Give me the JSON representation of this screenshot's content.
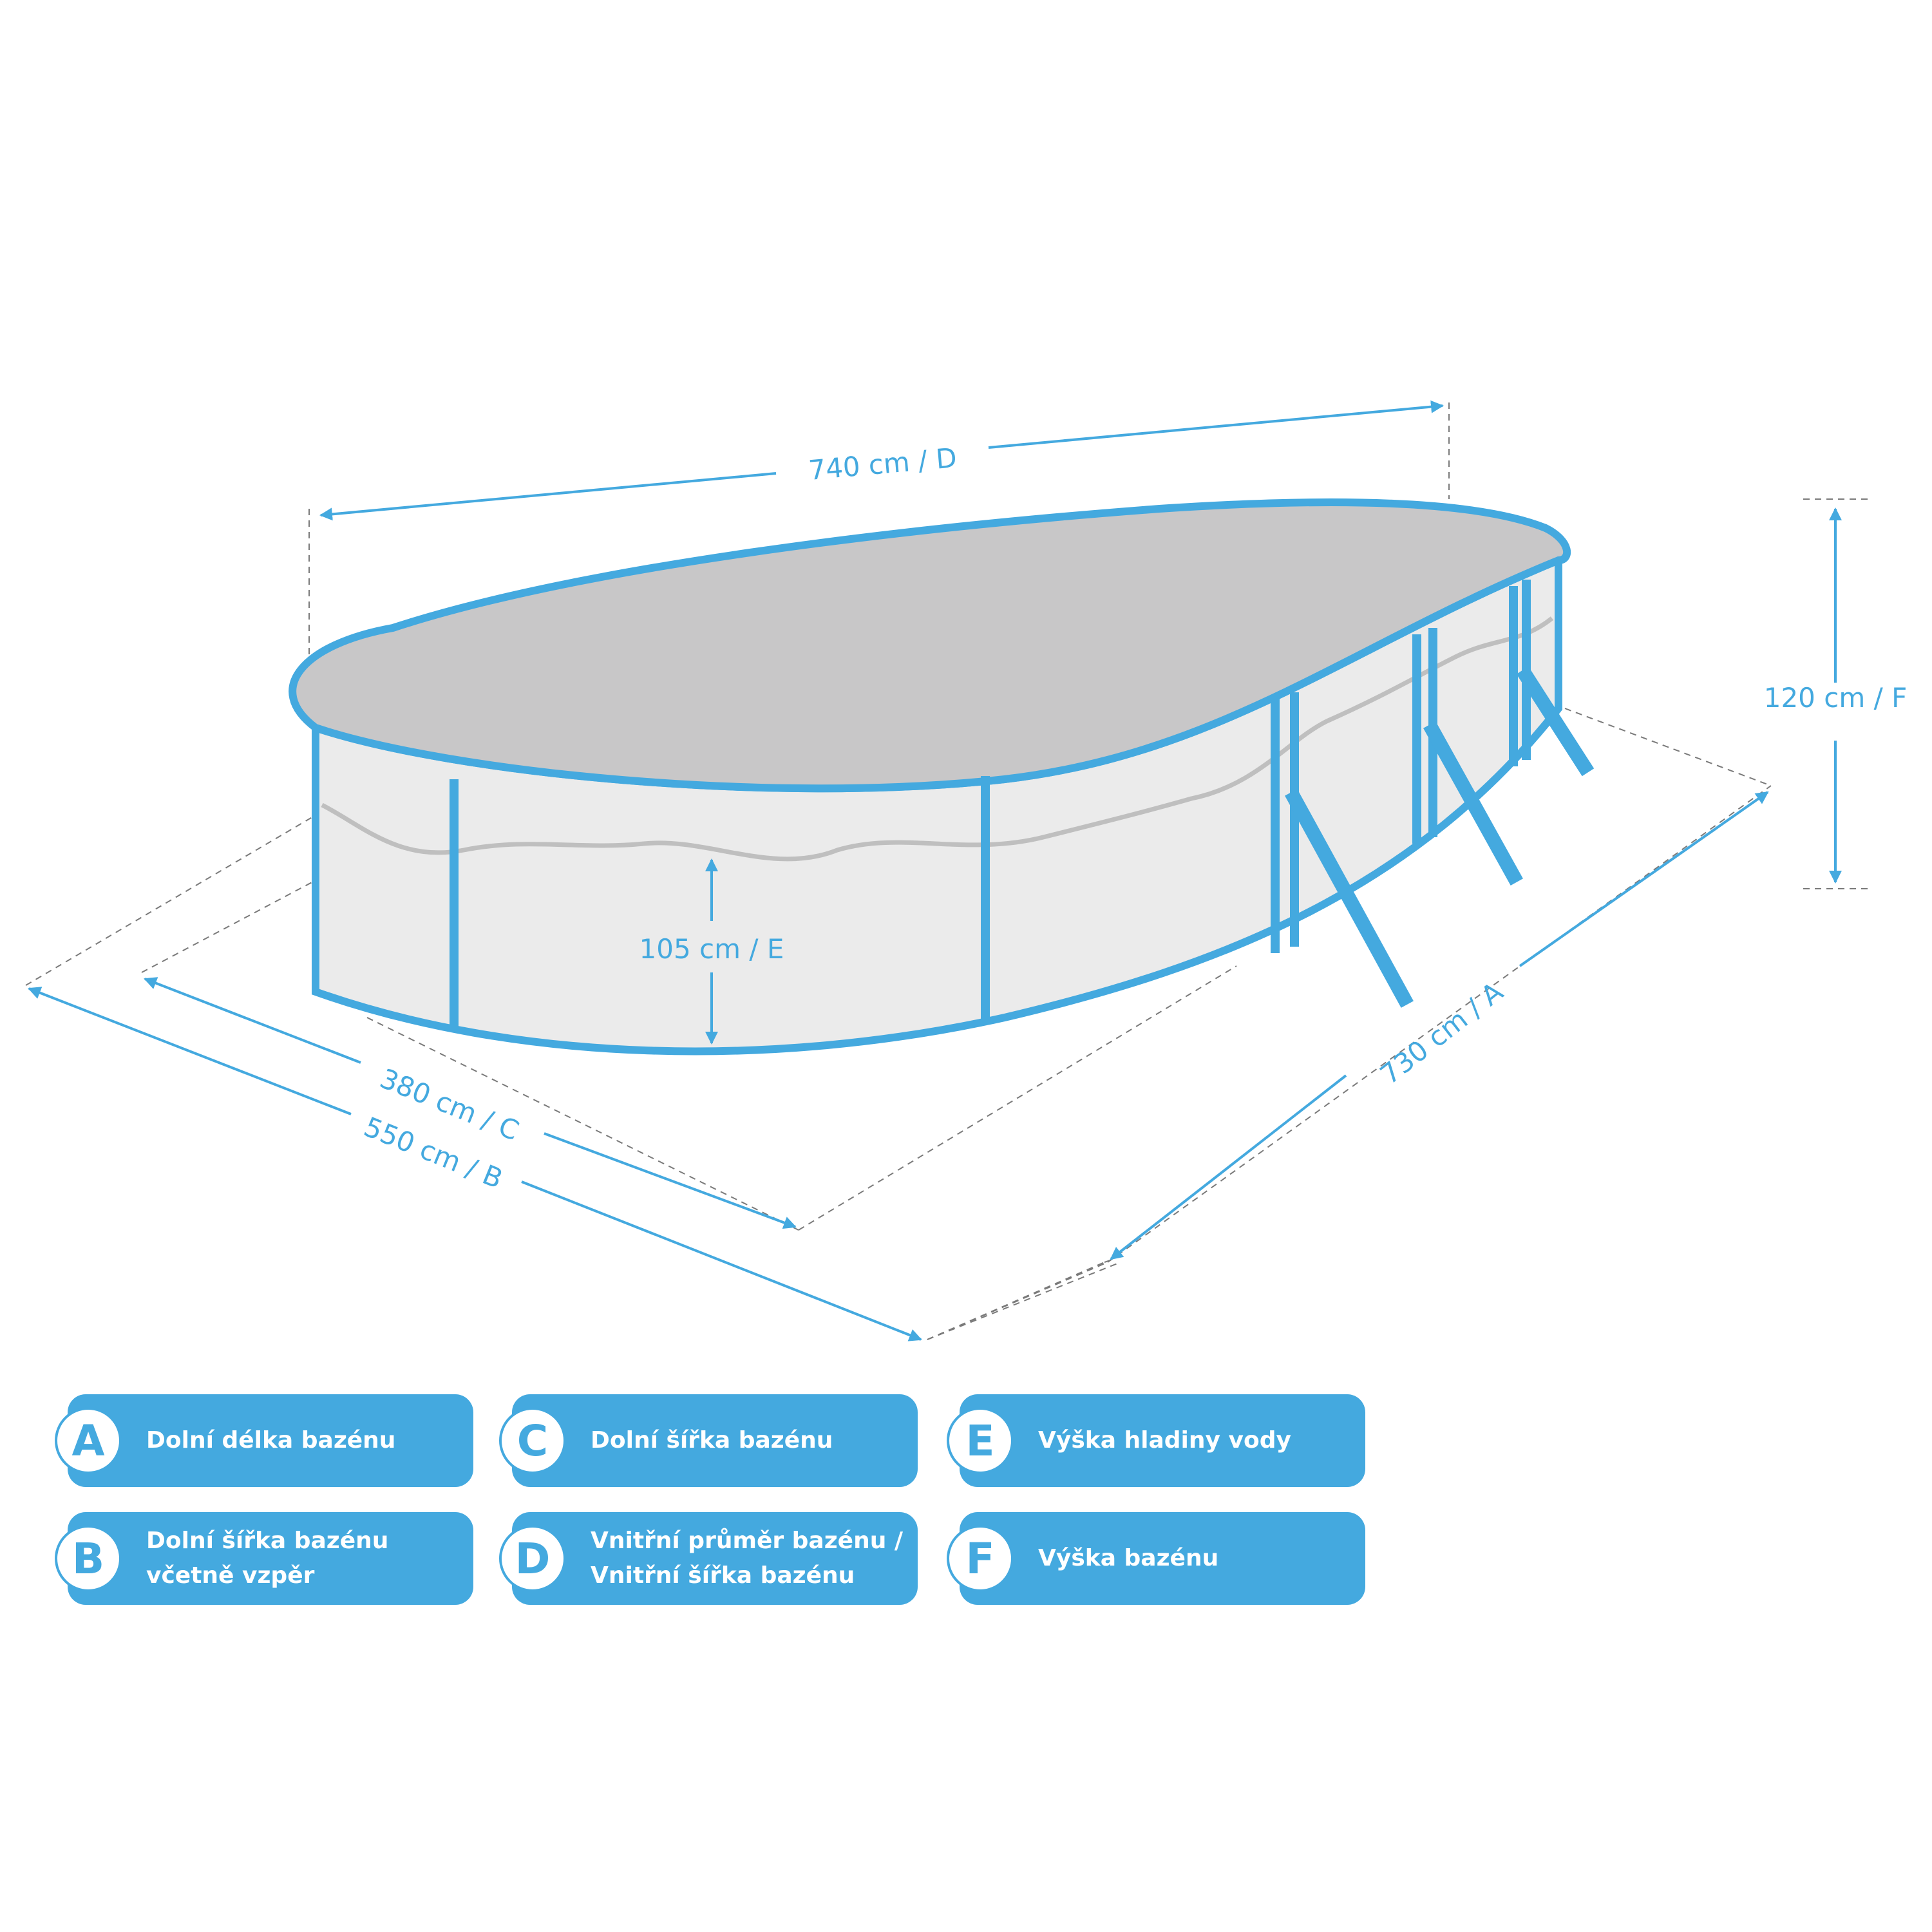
{
  "colors": {
    "accent": "#44a9df",
    "pool_top": "#c8c7c8",
    "pool_wall": "#ebebeb",
    "waterline": "#bfbfbf",
    "guide": "#7a7a7a"
  },
  "dimensions": {
    "D": "740 cm / D",
    "F": "120 cm / F",
    "E": "105 cm / E",
    "C": "380 cm / C",
    "B": "550 cm / B",
    "A": "730 cm / A"
  },
  "legend": [
    {
      "letter": "A",
      "text": "Dolní délka bazénu"
    },
    {
      "letter": "C",
      "text": "Dolní šířka bazénu"
    },
    {
      "letter": "E",
      "text": "Výška hladiny vody"
    },
    {
      "letter": "B",
      "text": "Dolní šířka bazénu\nvčetně vzpěr"
    },
    {
      "letter": "D",
      "text": "Vnitřní průměr bazénu /\nVnitřní šířka bazénu"
    },
    {
      "letter": "F",
      "text": "Výška bazénu"
    }
  ]
}
